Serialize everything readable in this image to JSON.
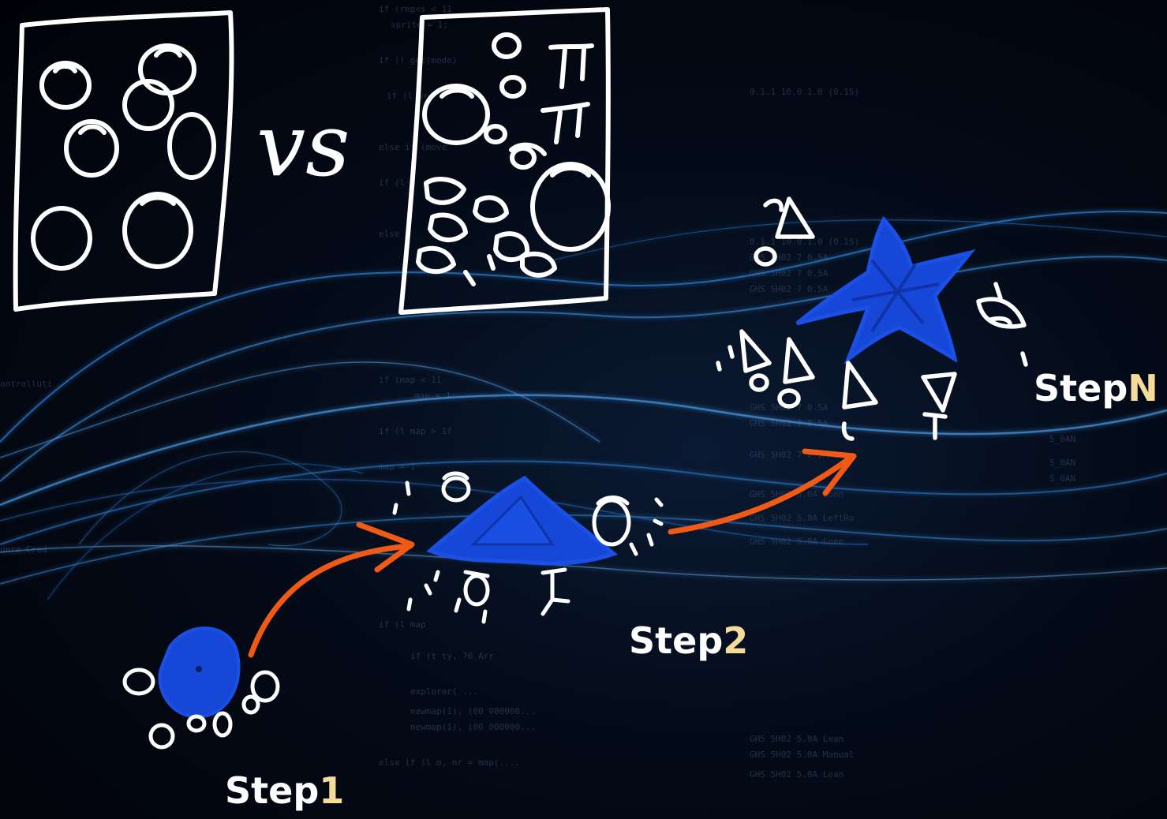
{
  "comparison": {
    "separator": "vs"
  },
  "steps": [
    {
      "word": "Step",
      "number": "1"
    },
    {
      "word": "Step",
      "number": "2"
    },
    {
      "word": "Step",
      "number": "N"
    }
  ],
  "colors": {
    "background": "#02040a",
    "sketch": "#ffffff",
    "blob": "#1747d6",
    "arrow": "#f05a14",
    "step_number": "#f5dc9a",
    "wave": "#3a8fe0"
  }
}
